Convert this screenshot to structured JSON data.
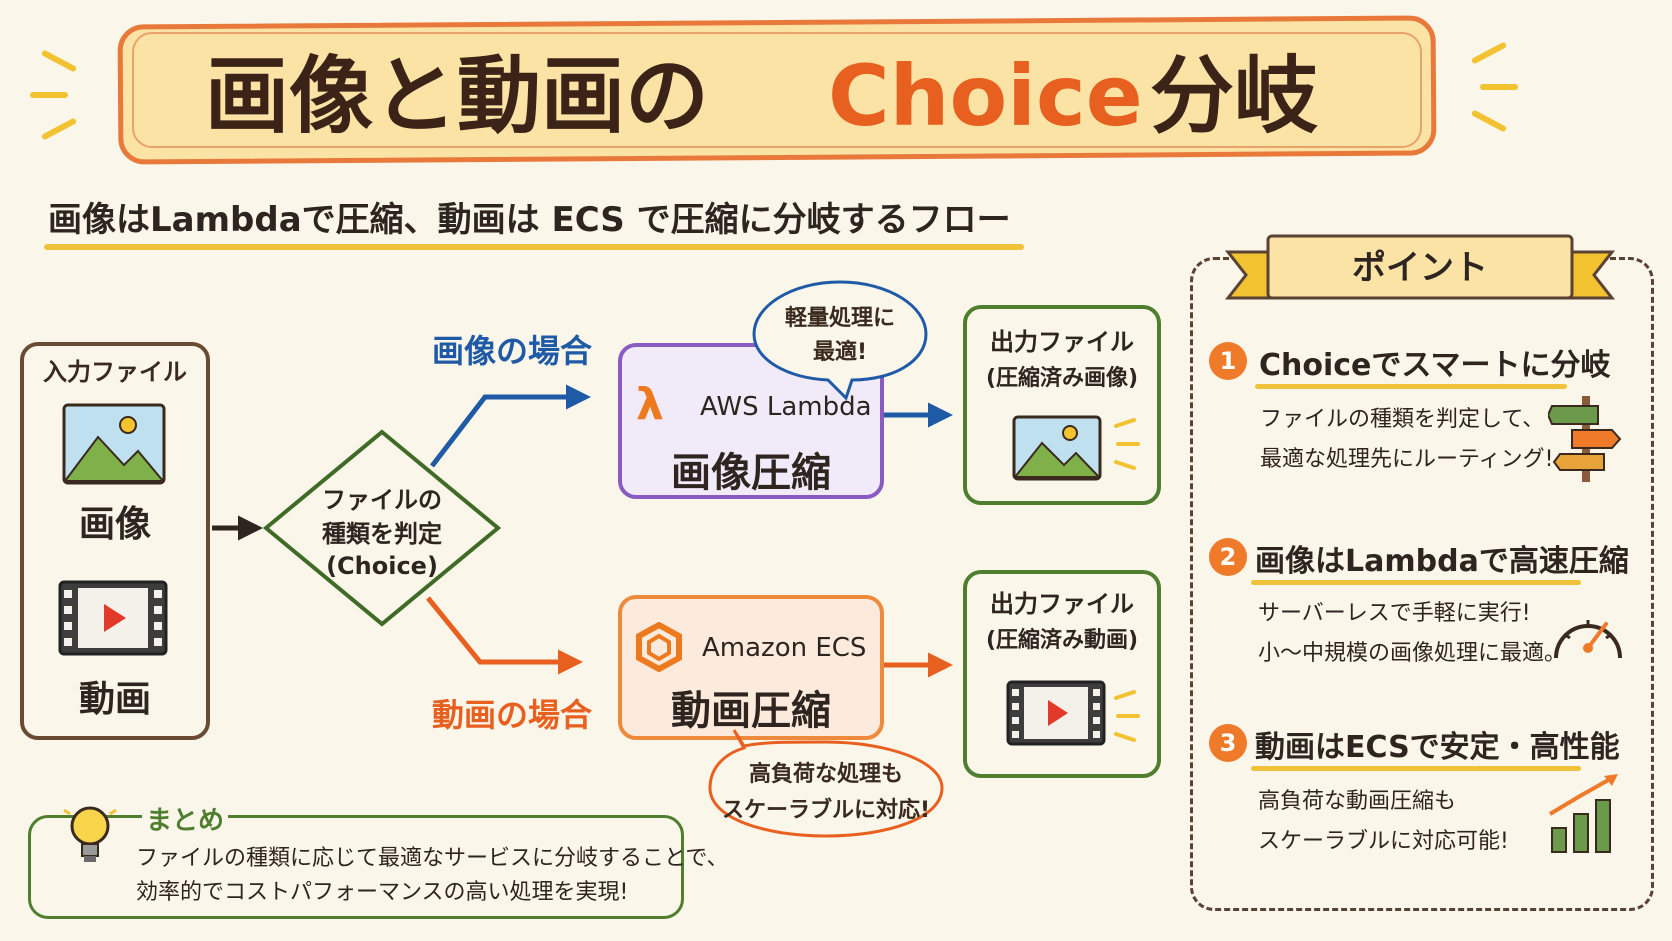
{
  "title": {
    "main": "画像と動画の",
    "accent": "Choice",
    "tail": "分岐"
  },
  "subtitle": "画像はLambdaで圧縮、動画は ECS で圧縮に分岐するフロー",
  "input": {
    "title": "入力ファイル",
    "image_label": "画像",
    "video_label": "動画"
  },
  "decision": {
    "line1": "ファイルの",
    "line2": "種類を判定",
    "line3": "(Choice)"
  },
  "branches": {
    "image_case": "画像の場合",
    "video_case": "動画の場合"
  },
  "lambda": {
    "service": "AWS Lambda",
    "action": "画像圧縮",
    "bubble_line1": "軽量処理に",
    "bubble_line2": "最適!"
  },
  "ecs": {
    "service": "Amazon ECS",
    "action": "動画圧縮",
    "bubble_line1": "高負荷な処理も",
    "bubble_line2": "スケーラブルに対応!"
  },
  "output_image": {
    "title": "出力ファイル",
    "subtitle": "(圧縮済み画像)"
  },
  "output_video": {
    "title": "出力ファイル",
    "subtitle": "(圧縮済み動画)"
  },
  "points": {
    "banner": "ポイント",
    "items": [
      {
        "num": "1",
        "head": "Choiceでスマートに分岐",
        "line1": "ファイルの種類を判定して、",
        "line2": "最適な処理先にルーティング!"
      },
      {
        "num": "2",
        "head": "画像はLambdaで高速圧縮",
        "line1": "サーバーレスで手軽に実行!",
        "line2": "小〜中規模の画像処理に最適。"
      },
      {
        "num": "3",
        "head": "動画はECSで安定・高性能",
        "line1": "高負荷な動画圧縮も",
        "line2": "スケーラブルに対応可能!"
      }
    ]
  },
  "summary": {
    "title": "まとめ",
    "line1": "ファイルの種類に応じて最適なサービスに分岐することで、",
    "line2": "効率的でコストパフォーマンスの高い処理を実現!"
  },
  "colors": {
    "image_path": "#1f5aa6",
    "video_path": "#e8601f",
    "accent": "#ee7a2a",
    "lambda": "#8a5bc2",
    "output": "#4f7f2e"
  }
}
